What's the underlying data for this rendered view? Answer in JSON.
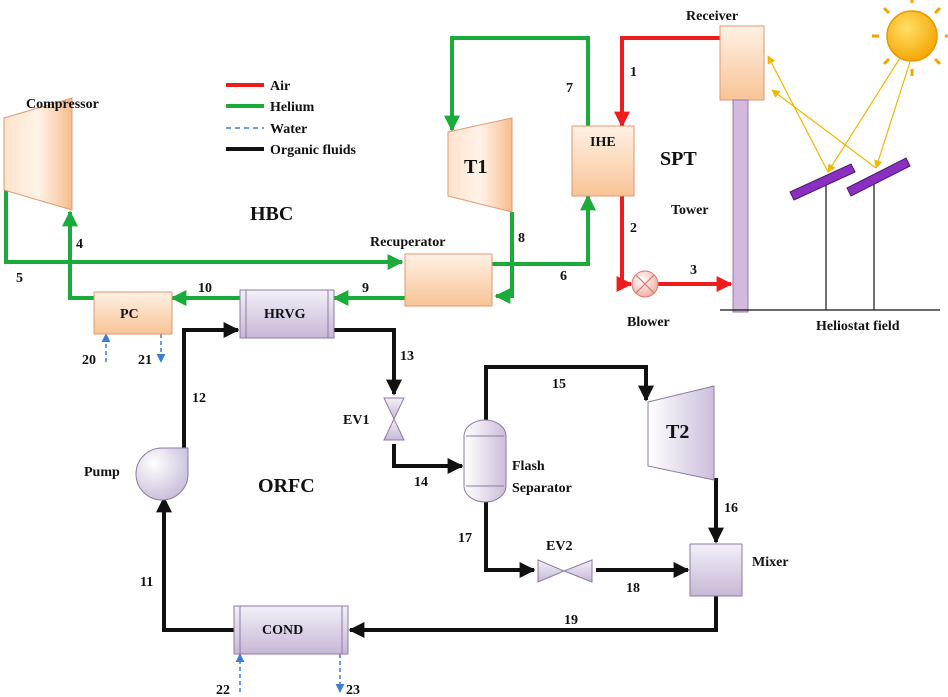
{
  "legend": {
    "air": "Air",
    "helium": "Helium",
    "water": "Water",
    "organic": "Organic fluids"
  },
  "sections": {
    "hbc": "HBC",
    "spt": "SPT",
    "orfc": "ORFC"
  },
  "components": {
    "receiver": "Receiver",
    "compressor": "Compressor",
    "t1": "T1",
    "ihe": "IHE",
    "tower": "Tower",
    "recuperator": "Recuperator",
    "pc": "PC",
    "hrvg": "HRVG",
    "blower": "Blower",
    "heliostat": "Heliostat field",
    "ev1": "EV1",
    "t2": "T2",
    "pump": "Pump",
    "flash_line1": "Flash",
    "flash_line2": "Separator",
    "ev2": "EV2",
    "mixer": "Mixer",
    "cond": "COND"
  },
  "streams": {
    "s1": "1",
    "s2": "2",
    "s3": "3",
    "s4": "4",
    "s5": "5",
    "s6": "6",
    "s7": "7",
    "s8": "8",
    "s9": "9",
    "s10": "10",
    "s11": "11",
    "s12": "12",
    "s13": "13",
    "s14": "14",
    "s15": "15",
    "s16": "16",
    "s17": "17",
    "s18": "18",
    "s19": "19",
    "s20": "20",
    "s21": "21",
    "s22": "22",
    "s23": "23"
  },
  "colors": {
    "air": "#ee1c1c",
    "helium": "#1aab3a",
    "water": "#3a7fd0",
    "organic": "#111111"
  }
}
